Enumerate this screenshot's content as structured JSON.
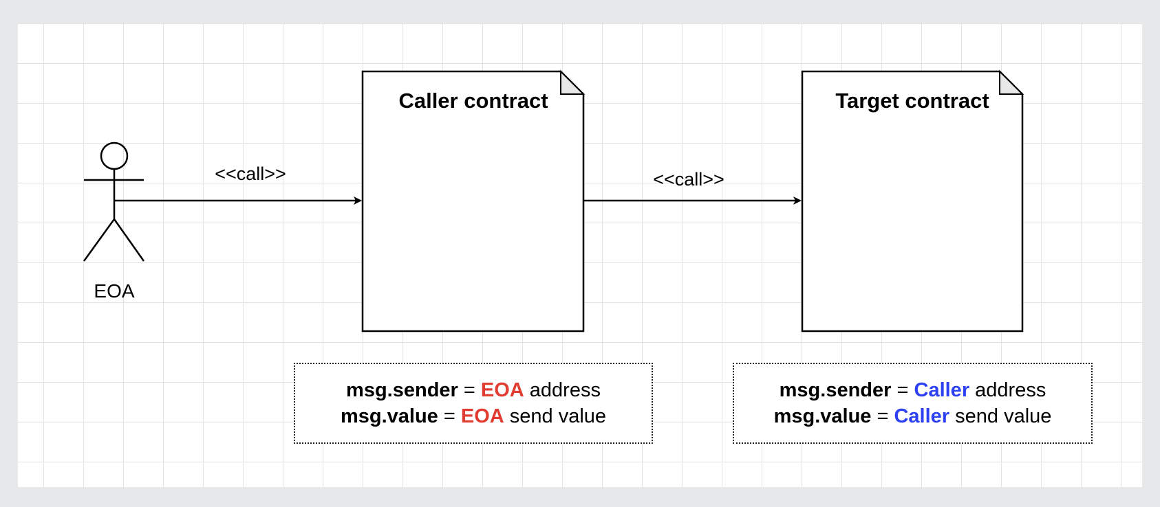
{
  "actor": {
    "label": "EOA"
  },
  "edges": [
    {
      "label": "<<call>>"
    },
    {
      "label": "<<call>>"
    }
  ],
  "contracts": [
    {
      "title": "Caller contract"
    },
    {
      "title": "Target contract"
    }
  ],
  "notes": [
    {
      "line1": {
        "key": "msg.sender",
        "eq": " = ",
        "hl": "EOA",
        "rest": " address"
      },
      "line2": {
        "key": "msg.value",
        "eq": " = ",
        "hl": "EOA",
        "rest": " send value"
      }
    },
    {
      "line1": {
        "key": "msg.sender",
        "eq": " = ",
        "hl": "Caller",
        "rest": " address"
      },
      "line2": {
        "key": "msg.value",
        "eq": " = ",
        "hl": "Caller",
        "rest": " send value"
      }
    }
  ],
  "colors": {
    "eoa_highlight": "#e03c32",
    "caller_highlight": "#2e41f2",
    "stroke": "#000000",
    "fold": "#e8e8e8"
  }
}
